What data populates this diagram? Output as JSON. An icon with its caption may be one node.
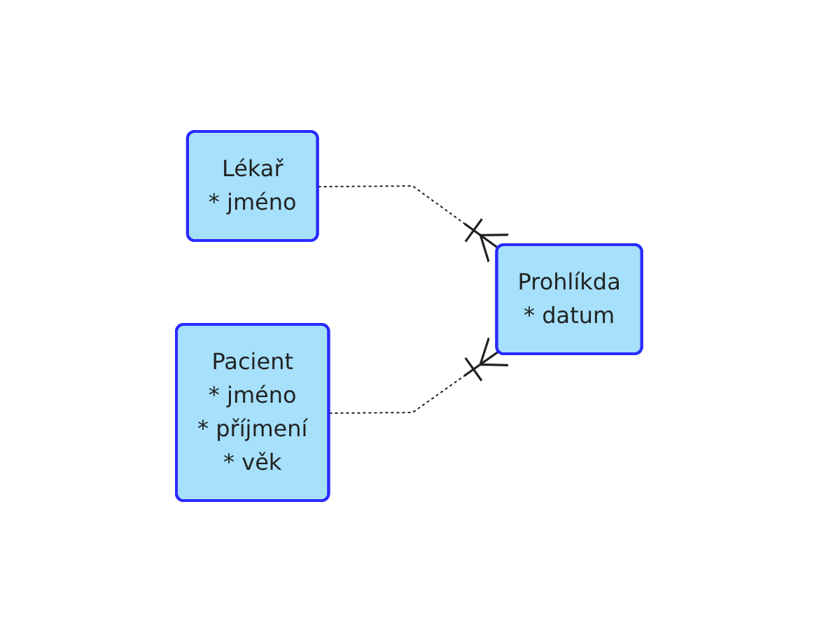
{
  "diagram": {
    "nodes": [
      {
        "text": [
          "Lékař",
          "* jméno"
        ]
      },
      {
        "text": [
          "Prohlíkda",
          "* datum"
        ]
      },
      {
        "text": [
          "Pacient",
          "* jméno",
          "* příjmení",
          "* věk"
        ]
      }
    ],
    "edges": [
      {
        "from": 0,
        "to": 1,
        "arrow": "other",
        "style": "dashed"
      },
      {
        "from": 2,
        "to": 1,
        "arrow": "other",
        "style": "dashed"
      }
    ]
  }
}
